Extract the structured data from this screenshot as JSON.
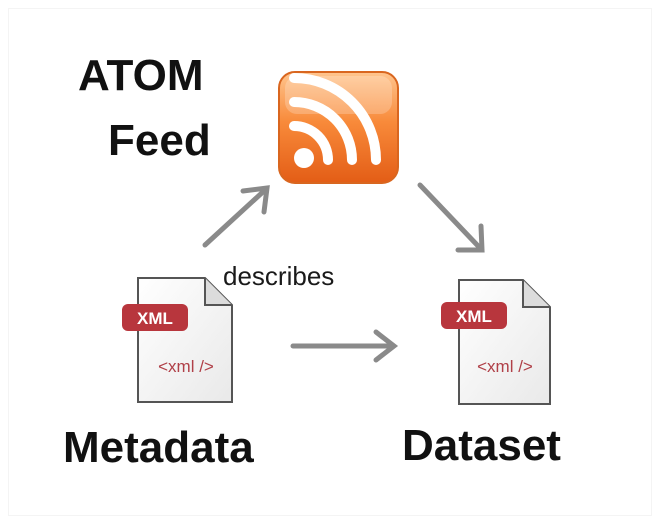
{
  "diagram": {
    "feed_label_line1": "ATOM",
    "feed_label_line2": "Feed",
    "edge_label": "describes",
    "source_label": "Metadata",
    "target_label": "Dataset",
    "xml_badge": "XML",
    "xml_tag": "<xml />",
    "feed_icon": "rss-feed-icon",
    "file_icon": "xml-document-icon",
    "colors": {
      "feed_orange_light": "#ffb676",
      "feed_orange_dark": "#e8631c",
      "arrow_gray": "#8a8a8a",
      "badge_red": "#b8363d",
      "tag_red": "#b04048"
    }
  }
}
